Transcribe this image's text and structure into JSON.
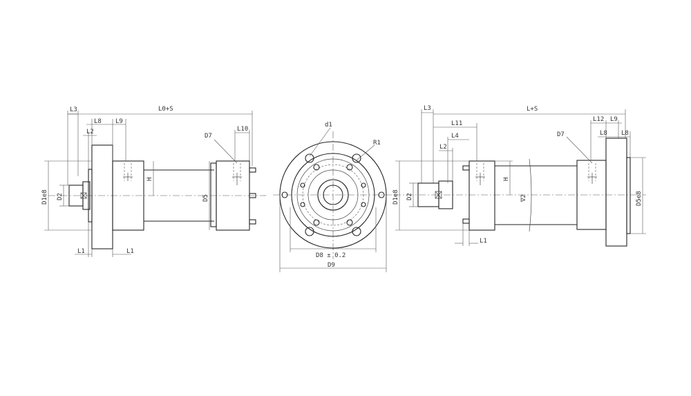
{
  "labels": {
    "left": {
      "L3": "L3",
      "L0S": "L0+S",
      "L8": "L8",
      "L9": "L9",
      "L2": "L2",
      "D7": "D7",
      "L10": "L10",
      "D1e8": "D1e8",
      "D2": "D2",
      "H": "H",
      "D5": "D5",
      "L1a": "L1",
      "L1b": "L1"
    },
    "front": {
      "d1": "d1",
      "R1": "R1",
      "D8": "D8 ± 0.2",
      "D9": "D9"
    },
    "right": {
      "L3": "L3",
      "LS": "L+S",
      "L11": "L11",
      "L4": "L4",
      "L2": "L2",
      "L12": "L12",
      "L9": "L9",
      "D7": "D7",
      "L8a": "L8",
      "L8b": "L8",
      "D1e8": "D1e8",
      "D2": "D2",
      "H": "H",
      "D5e8": "D5e8",
      "L1": "L1",
      "sym": "∇2"
    }
  }
}
